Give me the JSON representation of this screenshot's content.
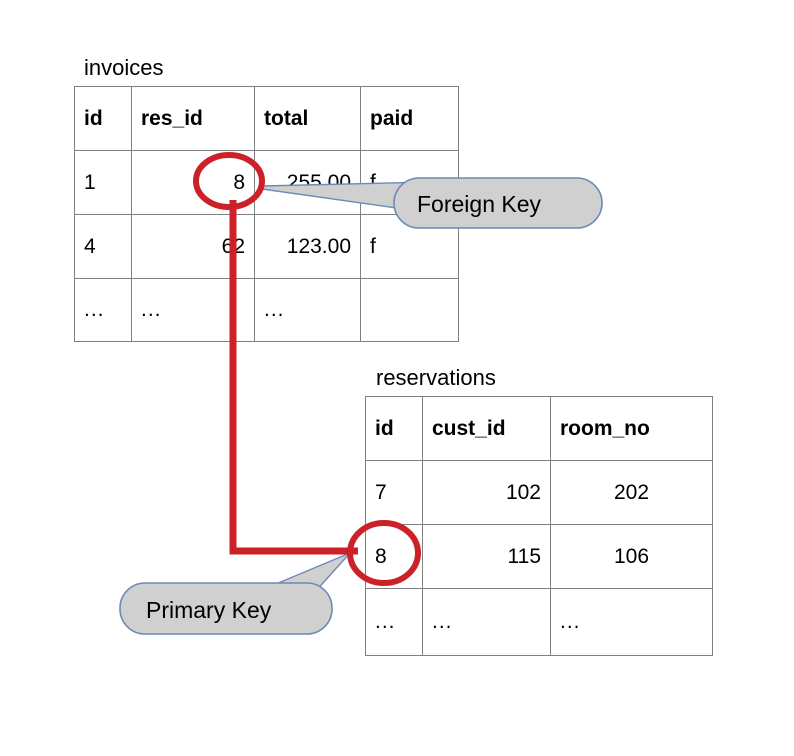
{
  "diagram": {
    "title_invoices": "invoices",
    "title_reservations": "reservations"
  },
  "invoices": {
    "name": "invoices",
    "columns": [
      "id",
      "res_id",
      "total",
      "paid"
    ],
    "rows": [
      [
        "1",
        "8",
        "255.00",
        "f"
      ],
      [
        "4",
        "62",
        "123.00",
        "f"
      ],
      [
        "...",
        "...",
        "...",
        ""
      ]
    ],
    "highlighted_cell": {
      "row": 0,
      "column": "res_id",
      "value": "8"
    }
  },
  "reservations": {
    "name": "reservations",
    "columns": [
      "id",
      "cust_id",
      "room_no"
    ],
    "rows": [
      [
        "7",
        "102",
        "202"
      ],
      [
        "8",
        "115",
        "106"
      ],
      [
        "...",
        "...",
        "..."
      ]
    ],
    "highlighted_cell": {
      "row": 1,
      "column": "id",
      "value": "8"
    }
  },
  "callouts": {
    "foreign_key": "Foreign Key",
    "primary_key": "Primary Key"
  },
  "colors": {
    "highlight_red": "#cc2128",
    "callout_fill": "#d0d0d0",
    "callout_border": "#6b8bb5",
    "table_border": "#808080",
    "text": "#000000",
    "background": "#ffffff"
  }
}
